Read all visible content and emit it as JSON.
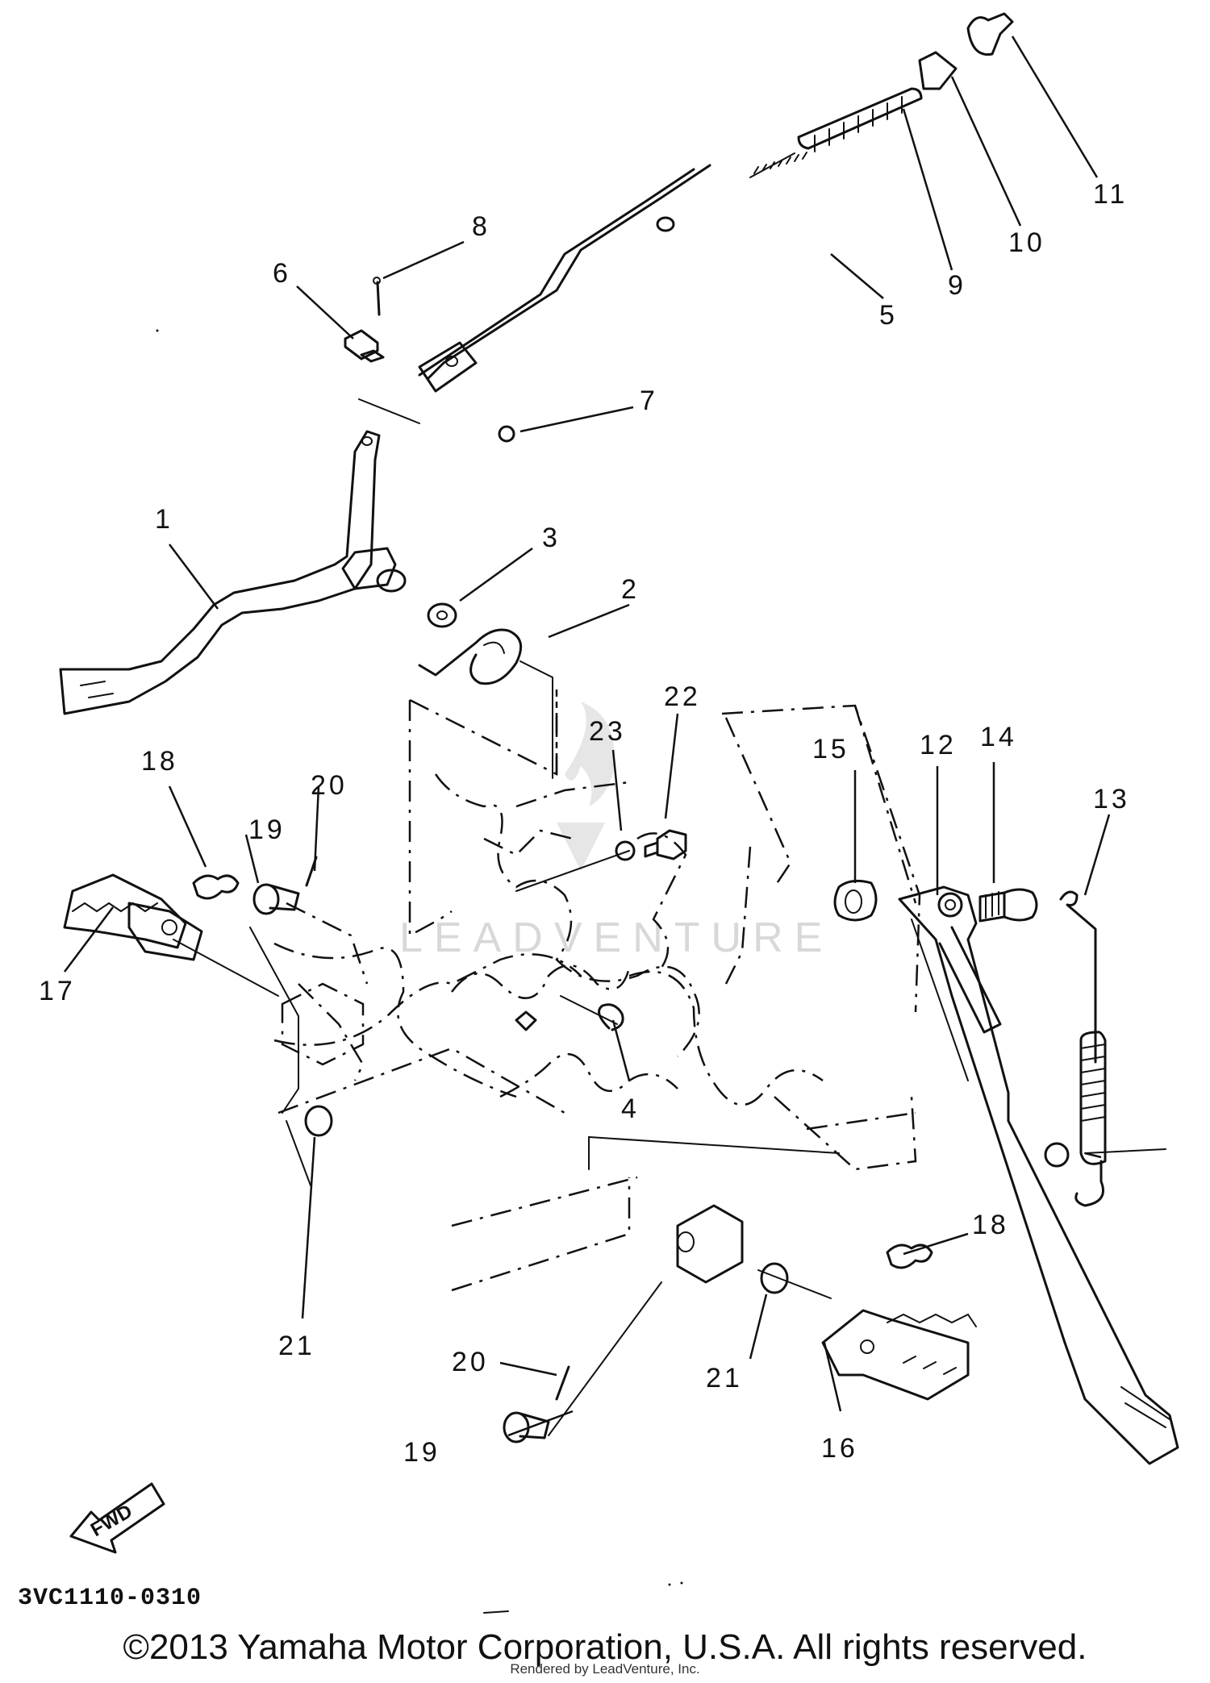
{
  "callouts": [
    "1",
    "2",
    "3",
    "4",
    "5",
    "6",
    "7",
    "8",
    "9",
    "10",
    "11",
    "12",
    "13",
    "14",
    "15",
    "16",
    "17",
    "18",
    "19",
    "20",
    "21",
    "22",
    "23"
  ],
  "repeated_callouts": {
    "18b": "18",
    "19b": "19",
    "20b": "20",
    "21b": "21"
  },
  "fwd_label": "FWD",
  "watermark": "LEADVENTURE",
  "catalog_code": "3VC1110-0310",
  "copyright": "©2013 Yamaha Motor Corporation, U.S.A. All rights reserved.",
  "rendered_by": "Rendered by LeadVenture, Inc."
}
